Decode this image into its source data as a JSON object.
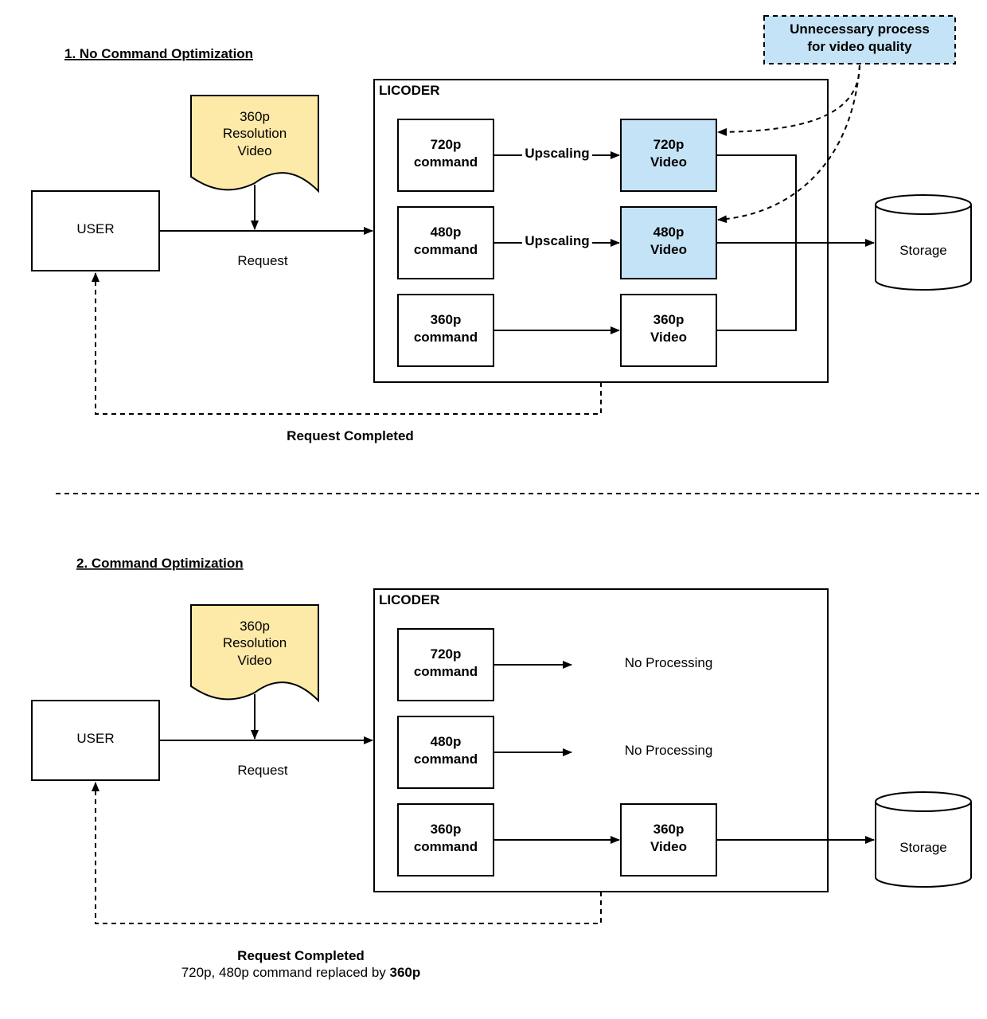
{
  "section1": {
    "title": "1. No Command Optimization",
    "user": "USER",
    "request": "Request",
    "doc": [
      "360p",
      "Resolution",
      "Video"
    ],
    "container": "LICODER",
    "commands": [
      [
        "720p",
        "command"
      ],
      [
        "480p",
        "command"
      ],
      [
        "360p",
        "command"
      ]
    ],
    "videos": [
      [
        "720p",
        "Video"
      ],
      [
        "480p",
        "Video"
      ],
      [
        "360p",
        "Video"
      ]
    ],
    "edge_labels": [
      "Upscaling",
      "Upscaling"
    ],
    "storage": "Storage",
    "note": [
      "Unnecessary process",
      "for video quality"
    ],
    "completed": "Request Completed"
  },
  "section2": {
    "title": "2. Command Optimization",
    "user": "USER",
    "request": "Request",
    "doc": [
      "360p",
      "Resolution",
      "Video"
    ],
    "container": "LICODER",
    "commands": [
      [
        "720p",
        "command"
      ],
      [
        "480p",
        "command"
      ],
      [
        "360p",
        "command"
      ]
    ],
    "no_processing": [
      "No Processing",
      "No Processing"
    ],
    "video": [
      "360p",
      "Video"
    ],
    "storage": "Storage",
    "completed": "Request Completed",
    "completed_note_prefix": "720p, 480p command replaced by ",
    "completed_note_bold": "360p"
  },
  "colors": {
    "highlight": "#c5e3f6",
    "document": "#fdeaa8"
  }
}
